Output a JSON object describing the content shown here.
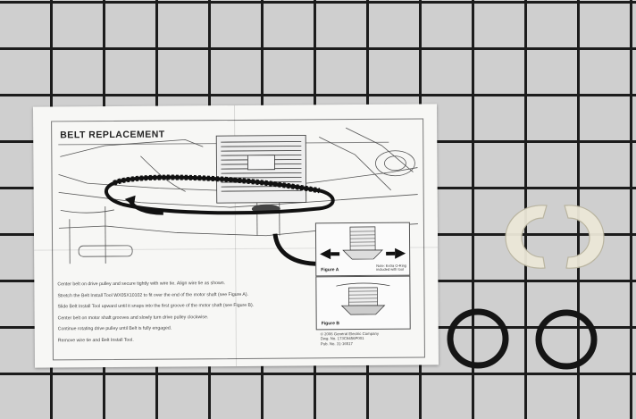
{
  "instruction_sheet": {
    "title": "BELT REPLACEMENT",
    "steps": [
      "Center belt on drive pulley and secure tightly with wire tie. Align wire tie as shown.",
      "Stretch the Belt Install Tool WX05X10102 to fit over the end of the motor shaft (see Figure A).",
      "Slide Belt Install Tool upward until it snaps into the first groove of the motor shaft (see Figure B).",
      "Center belt on motor shaft grooves and slowly turn drive pulley clockwise.",
      "Continue rotating drive pulley until Belt is fully engaged.",
      "Remove wire tie and Belt Install Tool."
    ],
    "figure_a": {
      "label": "Figure A",
      "note": "Note: Extra O-Ring included with tool"
    },
    "figure_b": {
      "label": "Figure B"
    },
    "copyright": [
      "© 2006 General Electric Company",
      "Dwg. No. 173C8456P001",
      "Pub. No. 31-16517"
    ]
  },
  "colors": {
    "grid_lines": "#1c1c1c",
    "background": "#cfcfcf",
    "paper": "#f7f7f5",
    "o_ring": "#151515",
    "clip": "#ece8d8"
  },
  "objects": [
    "instruction-sheet",
    "translucent-clip-half-left",
    "translucent-clip-half-right",
    "o-ring-left",
    "o-ring-right"
  ]
}
